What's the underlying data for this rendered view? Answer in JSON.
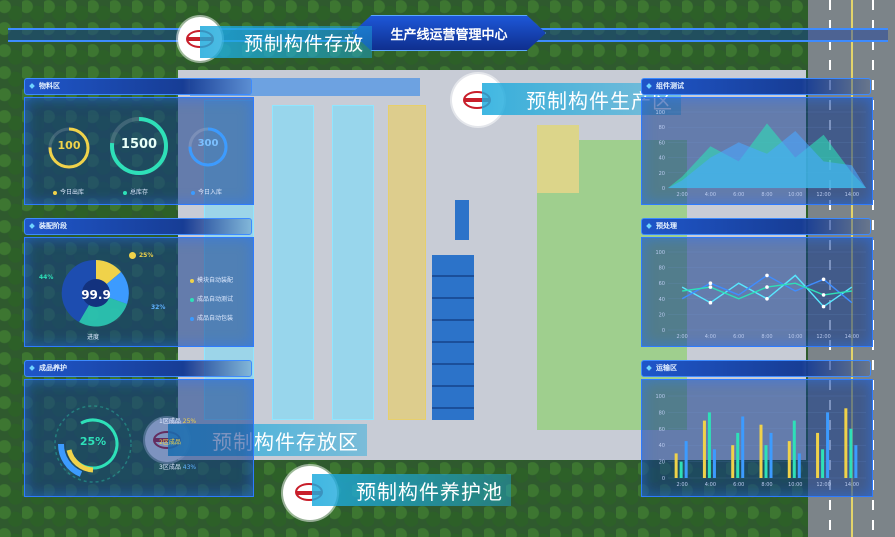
{
  "header": {
    "title": "生产线运营管理中心"
  },
  "zones": {
    "top_left_label": "预制构件存放",
    "top_mid_label": "预制构件生产区",
    "bottom_left_label": "预制构件存放区",
    "bottom_mid_label": "预制构件养护池"
  },
  "materials": {
    "title": "物料区",
    "rings": [
      {
        "value": "100",
        "label": "今日出库",
        "color": "#f0d24a"
      },
      {
        "value": "1500",
        "label": "总库存",
        "color": "#2ee0b8"
      },
      {
        "value": "300",
        "label": "今日入库",
        "color": "#3c9bff"
      }
    ]
  },
  "assembly": {
    "title": "装配阶段",
    "center_value": "99.9",
    "center_label": "进度",
    "p_top": "25%",
    "p_left": "44%",
    "p_right": "32%",
    "legend": [
      {
        "label": "模块自动装配",
        "color": "#f0d24a"
      },
      {
        "label": "成品自动测试",
        "color": "#2ee0b8"
      },
      {
        "label": "成品自动包装",
        "color": "#3c9bff"
      }
    ]
  },
  "curing": {
    "title": "成品养护",
    "center_value": "25%",
    "rows": [
      {
        "label": "1区成品",
        "value": "25%"
      },
      {
        "label": "2区成品",
        "value": ""
      },
      {
        "label": "3区成品",
        "value": "43%"
      }
    ]
  },
  "component_test": {
    "title": "组件测试",
    "chart_data": {
      "type": "area",
      "x": [
        "2:00",
        "4:00",
        "6:00",
        "8:00",
        "10:00",
        "12:00",
        "14:00"
      ],
      "yticks": [
        0,
        20,
        40,
        60,
        80,
        100
      ],
      "series": [
        {
          "values": [
            15,
            55,
            35,
            85,
            40,
            70,
            20
          ]
        },
        {
          "values": [
            10,
            40,
            60,
            45,
            75,
            35,
            30
          ]
        }
      ]
    }
  },
  "pretreat": {
    "title": "预处理",
    "chart_data": {
      "type": "line",
      "x": [
        "2:00",
        "4:00",
        "6:00",
        "8:00",
        "10:00",
        "12:00",
        "14:00"
      ],
      "yticks": [
        0,
        20,
        40,
        60,
        80,
        100
      ],
      "series": [
        {
          "values": [
            55,
            35,
            60,
            40,
            70,
            30,
            55
          ],
          "color": "#58e7ff"
        },
        {
          "values": [
            40,
            60,
            45,
            70,
            50,
            65,
            35
          ],
          "color": "#3f8dff"
        },
        {
          "values": [
            50,
            55,
            40,
            55,
            60,
            45,
            50
          ],
          "color": "#2ee0b8"
        }
      ]
    }
  },
  "transport": {
    "title": "运输区",
    "chart_data": {
      "type": "bar",
      "x": [
        "2:00",
        "4:00",
        "6:00",
        "8:00",
        "10:00",
        "12:00",
        "14:00"
      ],
      "yticks": [
        0,
        20,
        40,
        60,
        80,
        100
      ],
      "series": [
        {
          "values": [
            30,
            70,
            40,
            65,
            45,
            55,
            85
          ],
          "color": "#f0d24a"
        },
        {
          "values": [
            20,
            80,
            55,
            40,
            70,
            35,
            60
          ],
          "color": "#2ee0b8"
        },
        {
          "values": [
            45,
            35,
            75,
            55,
            30,
            80,
            40
          ],
          "color": "#3c9bff"
        }
      ]
    }
  }
}
